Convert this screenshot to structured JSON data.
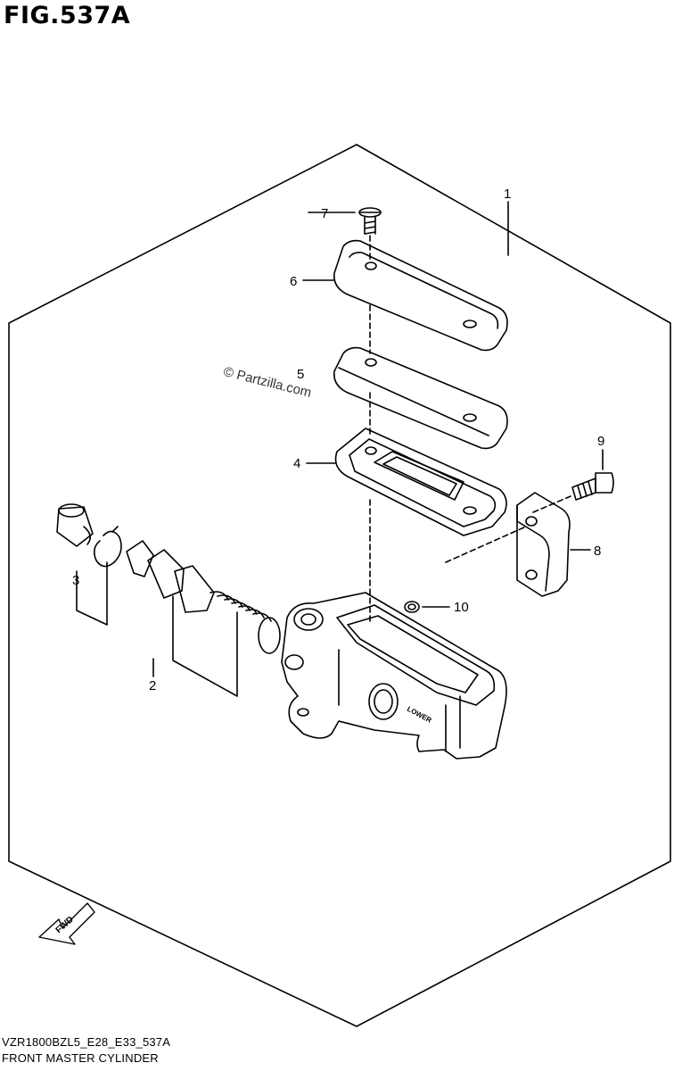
{
  "figure": {
    "title": "FIG.537A",
    "model_code": "VZR1800BZL5_E28_E33_537A",
    "name": "FRONT MASTER CYLINDER"
  },
  "watermark": "© Partzilla.com",
  "callouts": [
    {
      "id": "1",
      "label": "1"
    },
    {
      "id": "2",
      "label": "2"
    },
    {
      "id": "3",
      "label": "3"
    },
    {
      "id": "4",
      "label": "4"
    },
    {
      "id": "5",
      "label": "5"
    },
    {
      "id": "6",
      "label": "6"
    },
    {
      "id": "7",
      "label": "7"
    },
    {
      "id": "8",
      "label": "8"
    },
    {
      "id": "9",
      "label": "9"
    },
    {
      "id": "10",
      "label": "10"
    }
  ],
  "direction_arrow": "FWD",
  "body_marking": "LOWER"
}
